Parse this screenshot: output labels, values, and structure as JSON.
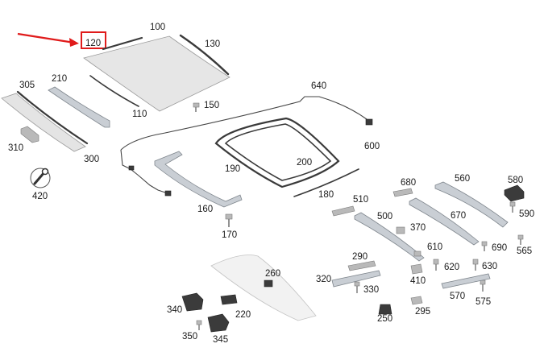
{
  "callouts": {
    "p100": "100",
    "p120": "120",
    "p130": "130",
    "p150": "150",
    "p110": "110",
    "p305": "305",
    "p210": "210",
    "p310": "310",
    "p300": "300",
    "p420": "420",
    "p640": "640",
    "p600": "600",
    "p190": "190",
    "p200": "200",
    "p180": "180",
    "p160": "160",
    "p170": "170",
    "p680": "680",
    "p560": "560",
    "p580": "580",
    "p590": "590",
    "p510": "510",
    "p500": "500",
    "p670": "670",
    "p370": "370",
    "p610": "610",
    "p690": "690",
    "p565": "565",
    "p290": "290",
    "p620": "620",
    "p630": "630",
    "p410": "410",
    "p260": "260",
    "p320": "320",
    "p330": "330",
    "p570": "570",
    "p575": "575",
    "p340": "340",
    "p220": "220",
    "p295": "295",
    "p250": "250",
    "p350": "350",
    "p345": "345"
  },
  "highlight": {
    "target": "120",
    "box_color": "#e01b1b",
    "arrow_color": "#e01b1b"
  },
  "colors": {
    "line": "#3a3a3a",
    "glass": "#e6e6e6",
    "rail": "#c9ced4",
    "text": "#1a1a1a"
  }
}
